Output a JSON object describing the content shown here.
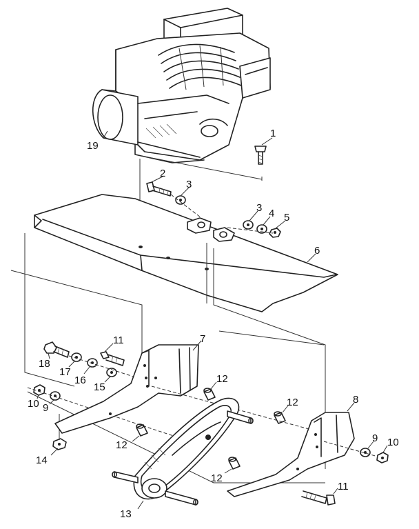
{
  "callouts": [
    {
      "id": "c1",
      "text": "1"
    },
    {
      "id": "c2",
      "text": "2"
    },
    {
      "id": "c3a",
      "text": "3"
    },
    {
      "id": "c3b",
      "text": "3"
    },
    {
      "id": "c4",
      "text": "4"
    },
    {
      "id": "c5",
      "text": "5"
    },
    {
      "id": "c6",
      "text": "6"
    },
    {
      "id": "c7",
      "text": "7"
    },
    {
      "id": "c8",
      "text": "8"
    },
    {
      "id": "c9a",
      "text": "9"
    },
    {
      "id": "c9b",
      "text": "9"
    },
    {
      "id": "c10a",
      "text": "10"
    },
    {
      "id": "c10b",
      "text": "10"
    },
    {
      "id": "c11a",
      "text": "11"
    },
    {
      "id": "c11b",
      "text": "11"
    },
    {
      "id": "c12a",
      "text": "12"
    },
    {
      "id": "c12b",
      "text": "12"
    },
    {
      "id": "c12c",
      "text": "12"
    },
    {
      "id": "c12d",
      "text": "12"
    },
    {
      "id": "c13",
      "text": "13"
    },
    {
      "id": "c14",
      "text": "14"
    },
    {
      "id": "c15",
      "text": "15"
    },
    {
      "id": "c16",
      "text": "16"
    },
    {
      "id": "c17",
      "text": "17"
    },
    {
      "id": "c18",
      "text": "18"
    },
    {
      "id": "c19",
      "text": "19"
    }
  ]
}
